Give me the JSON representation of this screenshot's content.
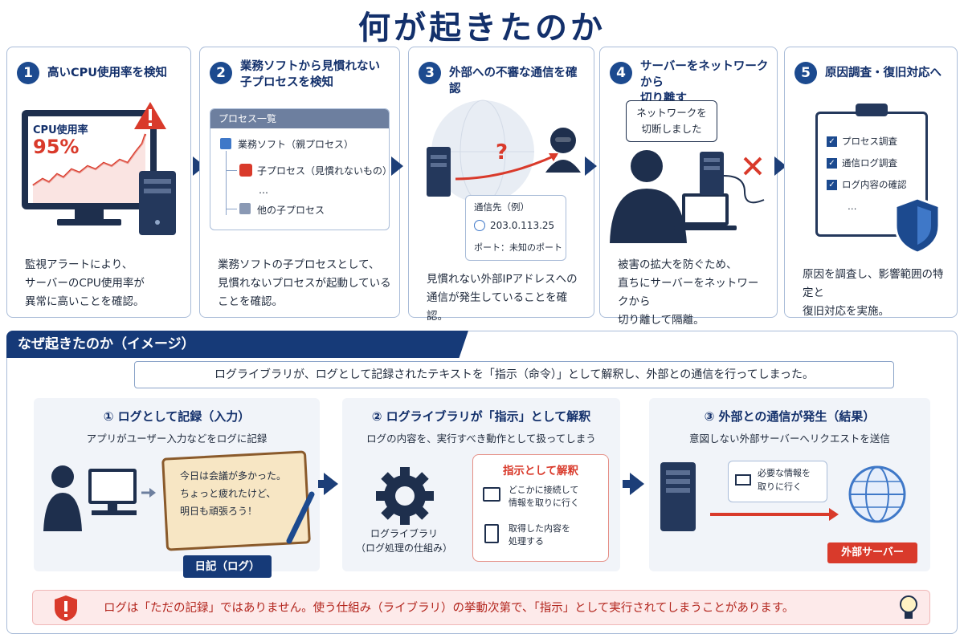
{
  "title": "何が起きたのか",
  "steps": [
    {
      "num": "1",
      "title": "高いCPU使用率を検知",
      "desc": "監視アラートにより、\nサーバーのCPU使用率が\n異常に高いことを確認。",
      "cpu_label": "CPU使用率",
      "cpu_value": "95%"
    },
    {
      "num": "2",
      "title": "業務ソフトから見慣れない\n子プロセスを検知",
      "desc": "業務ソフトの子プロセスとして、\n見慣れないプロセスが起動している\nことを確認。",
      "proc_header": "プロセス一覧",
      "proc_parent": "業務ソフト（親プロセス）",
      "proc_child": "子プロセス（見慣れないもの）",
      "proc_ellipsis": "…",
      "proc_other": "他の子プロセス"
    },
    {
      "num": "3",
      "title": "外部への不審な通信を確認",
      "desc": "見慣れない外部IPアドレスへの\n通信が発生していることを確認。",
      "question": "?",
      "dest_label": "通信先（例）",
      "dest_ip": "203.0.113.25",
      "dest_port": "ポート：未知のポート"
    },
    {
      "num": "4",
      "title": "サーバーをネットワークから\n切り離す",
      "desc": "被害の拡大を防ぐため、\n直ちにサーバーをネットワークから\n切り離して隔離。",
      "bubble": "ネットワークを\n切断しました"
    },
    {
      "num": "5",
      "title": "原因調査・復旧対応へ",
      "desc": "原因を調査し、影響範囲の特定と\n復旧対応を実施。",
      "checklist": [
        "プロセス調査",
        "通信ログ調査",
        "ログ内容の確認"
      ],
      "check_ellipsis": "…"
    }
  ],
  "why": {
    "header": "なぜ起きたのか（イメージ）",
    "summary": "ログライブラリが、ログとして記録されたテキストを「指示（命令）」として解釈し、外部との通信を行ってしまった。",
    "panels": [
      {
        "title": "① ログとして記録（入力）",
        "sub": "アプリがユーザー入力などをログに記録",
        "diary_lines": [
          "今日は会議が多かった。",
          "ちょっと疲れたけど、",
          "明日も頑張ろう！"
        ],
        "diary_label": "日記（ログ）"
      },
      {
        "title": "② ログライブラリが「指示」として解釈",
        "sub": "ログの内容を、実行すべき動作として扱ってしまう",
        "lib_label": "ログライブラリ\n（ログ処理の仕組み）",
        "bubble_title": "指示として解釈",
        "bubble_items": [
          "どこかに接続して\n情報を取りに行く",
          "取得した内容を\n処理する"
        ]
      },
      {
        "title": "③ 外部との通信が発生（結果）",
        "sub": "意図しない外部サーバーへリクエストを送信",
        "mail_text": "必要な情報を\n取りに行く",
        "ext_label": "外部サーバー"
      }
    ]
  },
  "warning": "ログは「ただの記録」ではありません。使う仕組み（ライブラリ）の挙動次第で、「指示」として実行されてしまうことがあります。",
  "colors": {
    "navy": "#13306b",
    "accent": "#1c4a8f",
    "red": "#d93a2b"
  }
}
